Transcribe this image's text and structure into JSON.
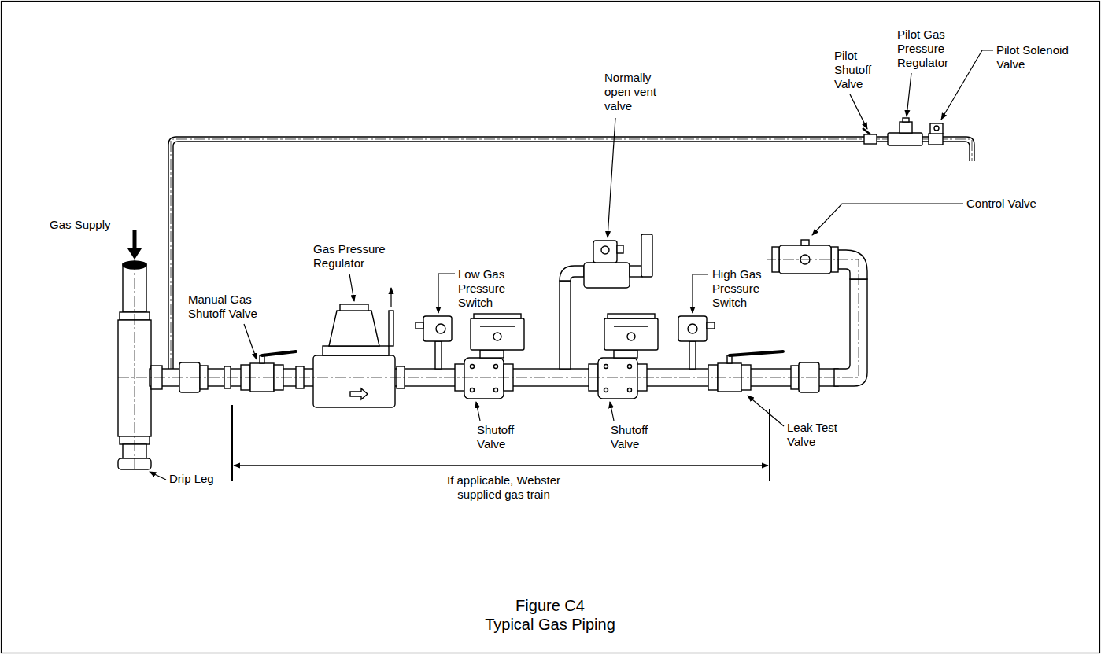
{
  "diagram": {
    "caption": "Figure C4 Typical Gas Piping",
    "labels": [
      "Pilot Shutoff Valve",
      "Pilot Gas Pressure Regulator",
      "Pilot Solenoid Valve",
      "Control Valve",
      "Normally open vent valve",
      "Gas Supply",
      "Gas Pressure Regulator",
      "Manual Gas Shutoff Valve",
      "Low Gas Pressure Switch",
      "High Gas Pressure Switch",
      "Shutoff Valve",
      "Shutoff Valve",
      "Leak Test Valve",
      "If applicable, Webster supplied gas train",
      "Drip Leg"
    ]
  }
}
